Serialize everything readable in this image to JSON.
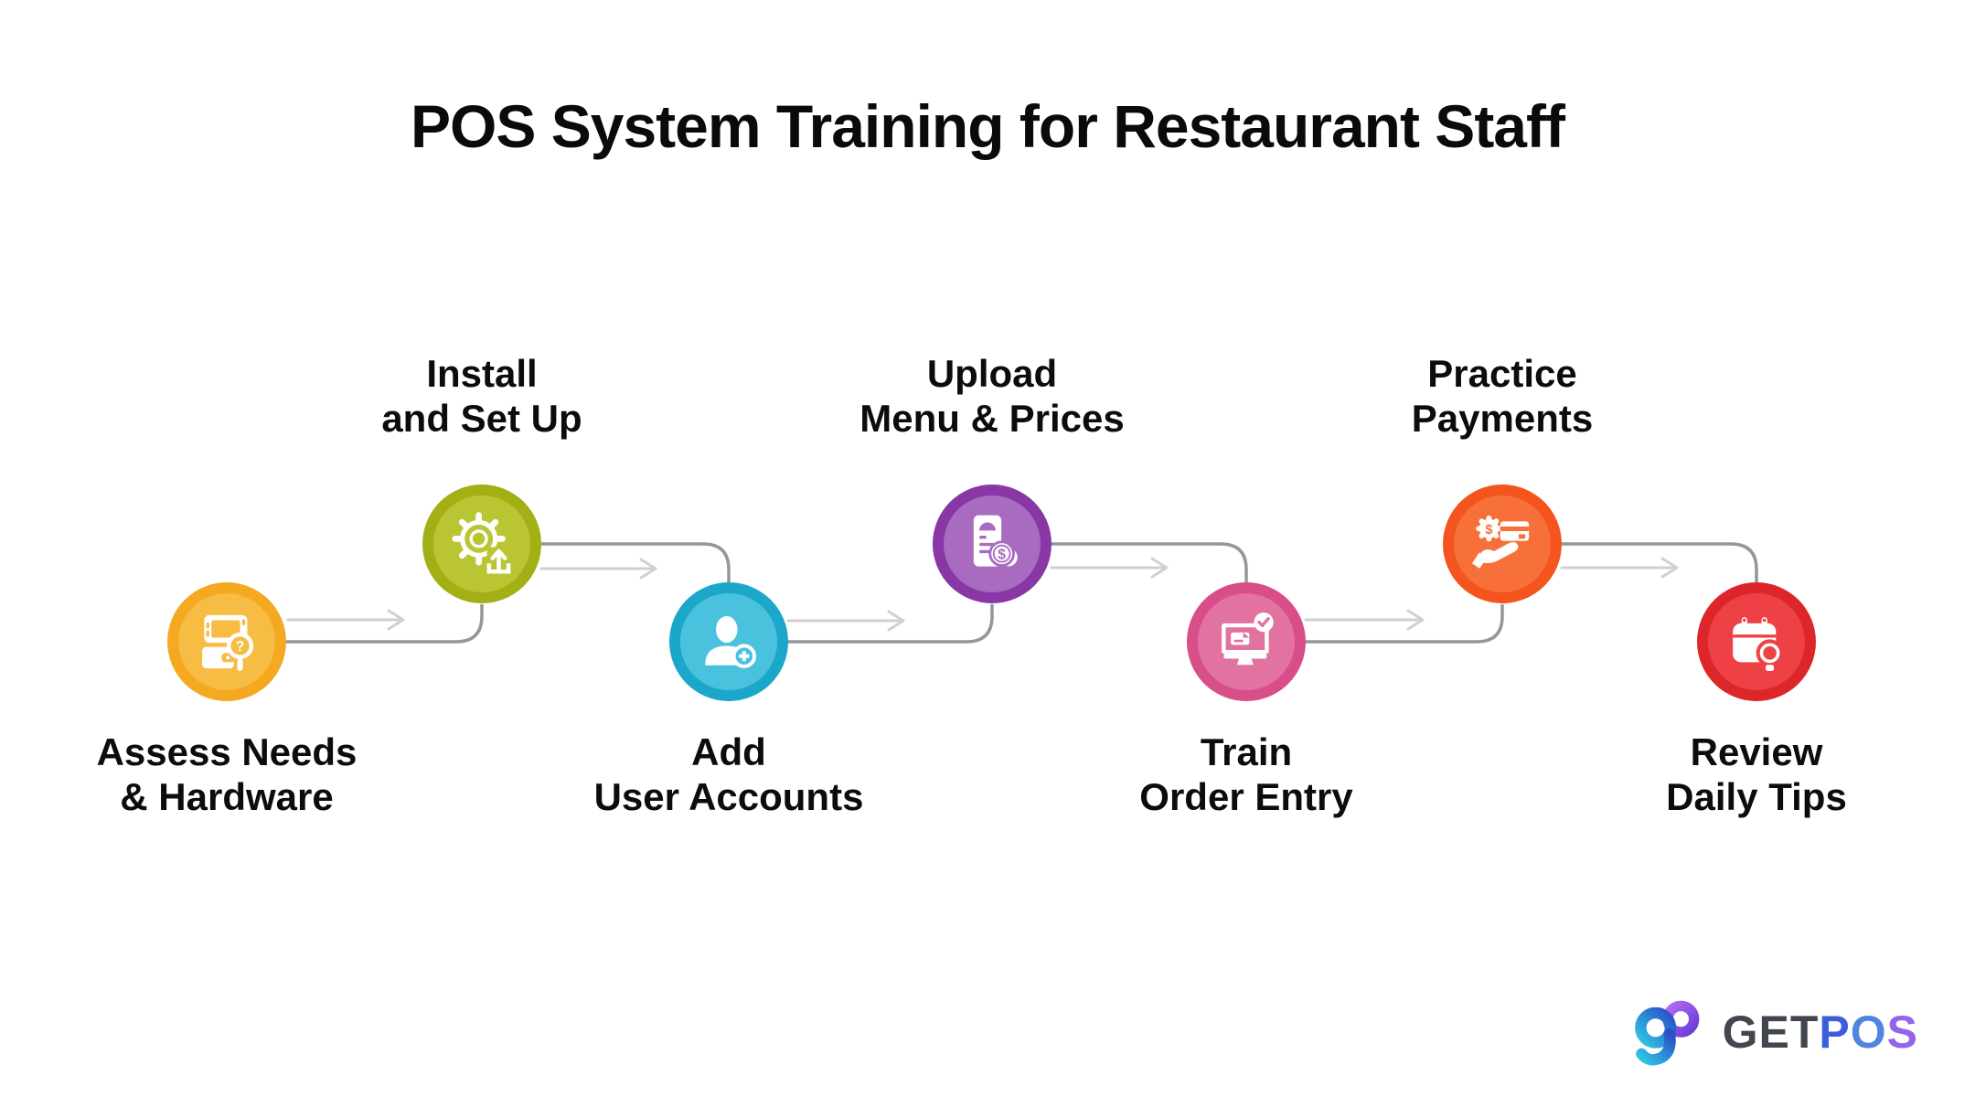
{
  "title": "POS System Training for Restaurant Staff",
  "title_color": "#0a0a0a",
  "background_color": "#ffffff",
  "steps": [
    {
      "id": 1,
      "line1": "Assess Needs",
      "line2": "& Hardware",
      "icon": "device-wallet-search-icon",
      "outer_color": "#f4a921",
      "inner_color": "#f7bc43",
      "row": "lower",
      "label_position": "below"
    },
    {
      "id": 2,
      "line1": "Install",
      "line2": "and Set Up",
      "icon": "gear-upload-icon",
      "outer_color": "#a2b015",
      "inner_color": "#bac533",
      "row": "upper",
      "label_position": "above"
    },
    {
      "id": 3,
      "line1": "Add",
      "line2": "User Accounts",
      "icon": "add-user-icon",
      "outer_color": "#1ba7c9",
      "inner_color": "#4bc2dd",
      "row": "lower",
      "label_position": "below"
    },
    {
      "id": 4,
      "line1": "Upload",
      "line2": "Menu & Prices",
      "icon": "menu-prices-icon",
      "outer_color": "#8936a6",
      "inner_color": "#a96bc0",
      "row": "upper",
      "label_position": "above"
    },
    {
      "id": 5,
      "line1": "Train",
      "line2": "Order Entry",
      "icon": "order-entry-monitor-icon",
      "outer_color": "#d74e88",
      "inner_color": "#e2729f",
      "row": "lower",
      "label_position": "below"
    },
    {
      "id": 6,
      "line1": "Practice",
      "line2": "Payments",
      "icon": "payment-hand-card-icon",
      "outer_color": "#f4541d",
      "inner_color": "#f7703a",
      "row": "upper",
      "label_position": "above"
    },
    {
      "id": 7,
      "line1": "Review",
      "line2": "Daily Tips",
      "icon": "calendar-lightbulb-icon",
      "outer_color": "#dc2629",
      "inner_color": "#ee4146",
      "row": "lower",
      "label_position": "below"
    }
  ],
  "connectors": {
    "line_color": "#96969a",
    "arrow_color": "#d0d0d0"
  },
  "logo": {
    "mark": "gp-monogram",
    "get": "GET",
    "get_color": "#42474f",
    "pos_letters": [
      "P",
      "O",
      "S"
    ],
    "pos_colors": [
      "#3b5fdc",
      "#4e86df",
      "#9464ea"
    ]
  }
}
